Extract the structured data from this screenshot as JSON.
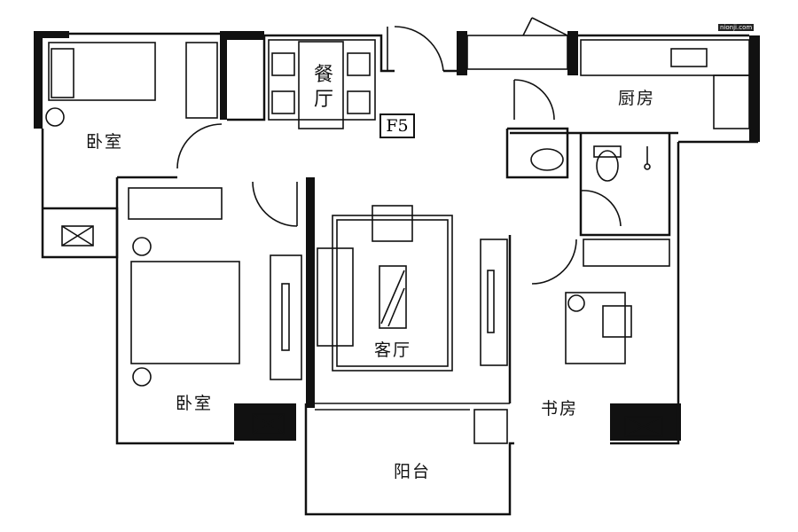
{
  "rooms": {
    "bedroom_1": "卧室",
    "dining_1": "餐",
    "dining_2": "厅",
    "kitchen": "厨房",
    "bedroom_2": "卧室",
    "living_room": "客厅",
    "study": "书房",
    "balcony": "阳台"
  },
  "fridge_label": "F5",
  "watermark": "nionji.com"
}
